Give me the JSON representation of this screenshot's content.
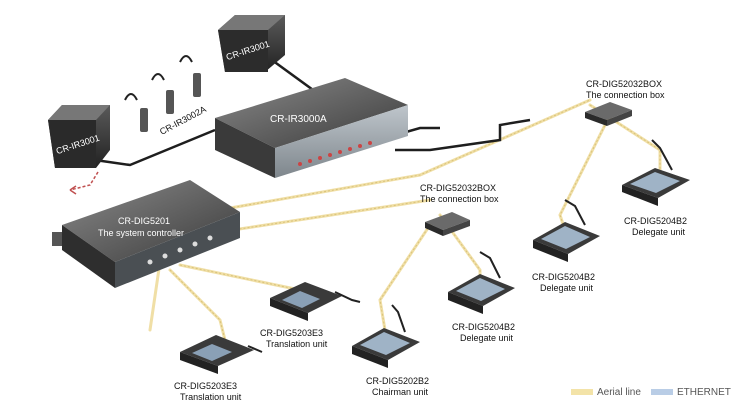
{
  "devices": {
    "radiator_left": "CR-IR3001",
    "radiator_right": "CR-IR3001",
    "receiver": "CR-IR3002A",
    "ir_transmitter": "CR-IR3000A",
    "controller_model": "CR-DIG5201",
    "controller_desc": "The system controller",
    "box_top_model": "CR-DIG52032BOX",
    "box_top_desc": "The connection box",
    "box_mid_model": "CR-DIG52032BOX",
    "box_mid_desc": "The connection box",
    "delegate1_model": "CR-DIG5204B2",
    "delegate1_desc": "Delegate unit",
    "delegate2_model": "CR-DIG5204B2",
    "delegate2_desc": "Delegate unit",
    "delegate3_model": "CR-DIG5204B2",
    "delegate3_desc": "Delegate unit",
    "chairman_model": "CR-DIG5202B2",
    "chairman_desc": "Chairman unit",
    "translation1_model": "CR-DIG5203E3",
    "translation1_desc": "Translation unit",
    "translation2_model": "CR-DIG5203E3",
    "translation2_desc": "Translation unit"
  },
  "legend": {
    "aerial_label": "Aerial line",
    "ethernet_label": "ETHERNET",
    "aerial_color": "#f3e3a8",
    "ethernet_color": "#b9cde6"
  }
}
